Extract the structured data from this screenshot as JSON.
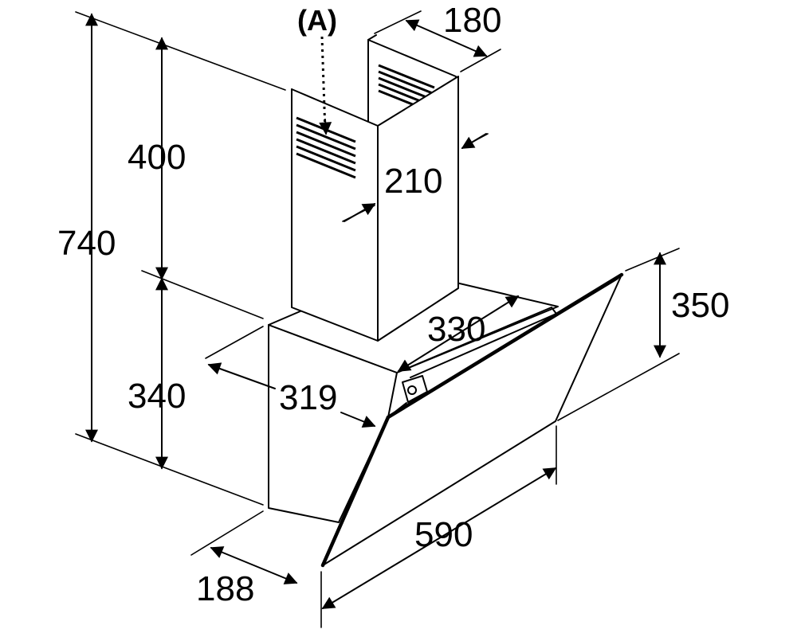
{
  "diagram": {
    "reference_label": "(A)",
    "dimensions": {
      "chimney_depth": "180",
      "chimney_height": "400",
      "total_height": "740",
      "chimney_width": "210",
      "glass_height": "350",
      "depth_top": "330",
      "depth_side": "319",
      "body_height": "340",
      "width": "590",
      "base_depth": "188"
    }
  }
}
